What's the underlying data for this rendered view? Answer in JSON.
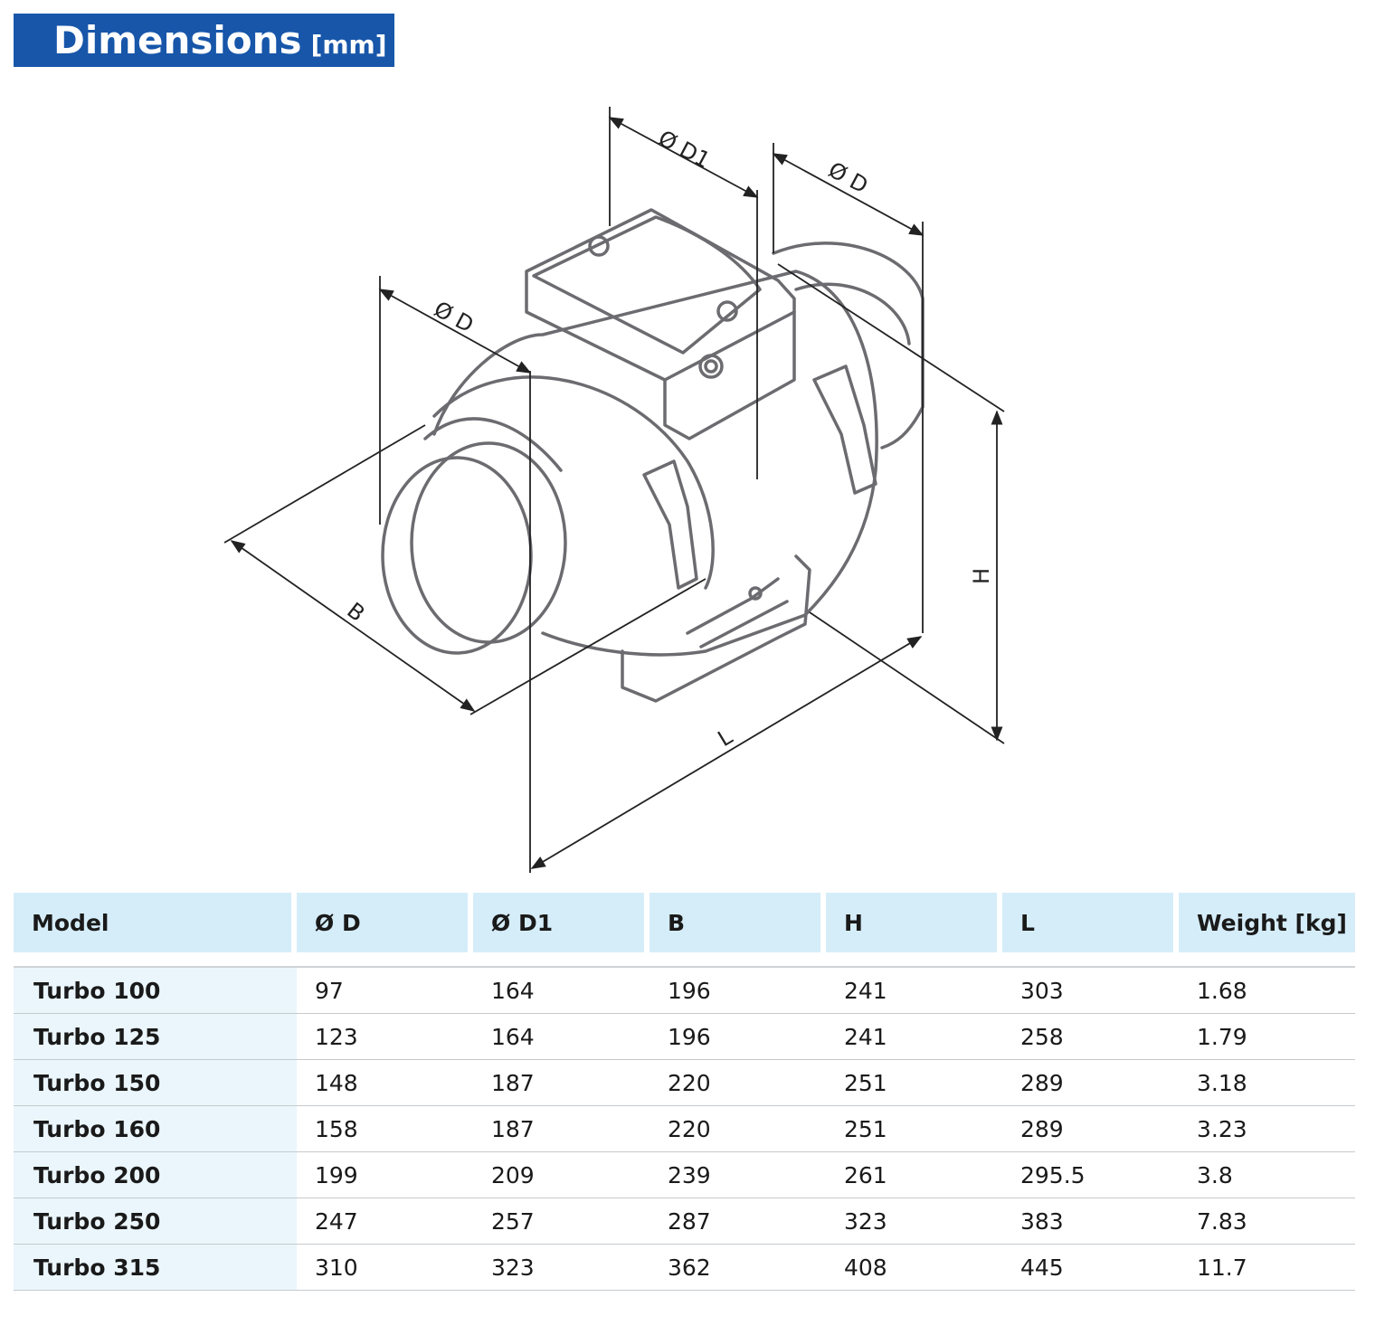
{
  "title": {
    "text": "Dimensions",
    "unit": "[mm]"
  },
  "drawing": {
    "labels": {
      "d1": "Ø D1",
      "d_top": "Ø D",
      "d_left": "Ø D",
      "b": "B",
      "l": "L",
      "h": "H"
    }
  },
  "table": {
    "headers": [
      "Model",
      "Ø D",
      "Ø D1",
      "B",
      "H",
      "L",
      "Weight [kg]"
    ],
    "rows": [
      [
        "Turbo 100",
        "97",
        "164",
        "196",
        "241",
        "303",
        "1.68"
      ],
      [
        "Turbo 125",
        "123",
        "164",
        "196",
        "241",
        "258",
        "1.79"
      ],
      [
        "Turbo 150",
        "148",
        "187",
        "220",
        "251",
        "289",
        "3.18"
      ],
      [
        "Turbo 160",
        "158",
        "187",
        "220",
        "251",
        "289",
        "3.23"
      ],
      [
        "Turbo 200",
        "199",
        "209",
        "239",
        "261",
        "295.5",
        "3.8"
      ],
      [
        "Turbo 250",
        "247",
        "257",
        "287",
        "323",
        "383",
        "7.83"
      ],
      [
        "Turbo 315",
        "310",
        "323",
        "362",
        "408",
        "445",
        "11.7"
      ]
    ]
  }
}
